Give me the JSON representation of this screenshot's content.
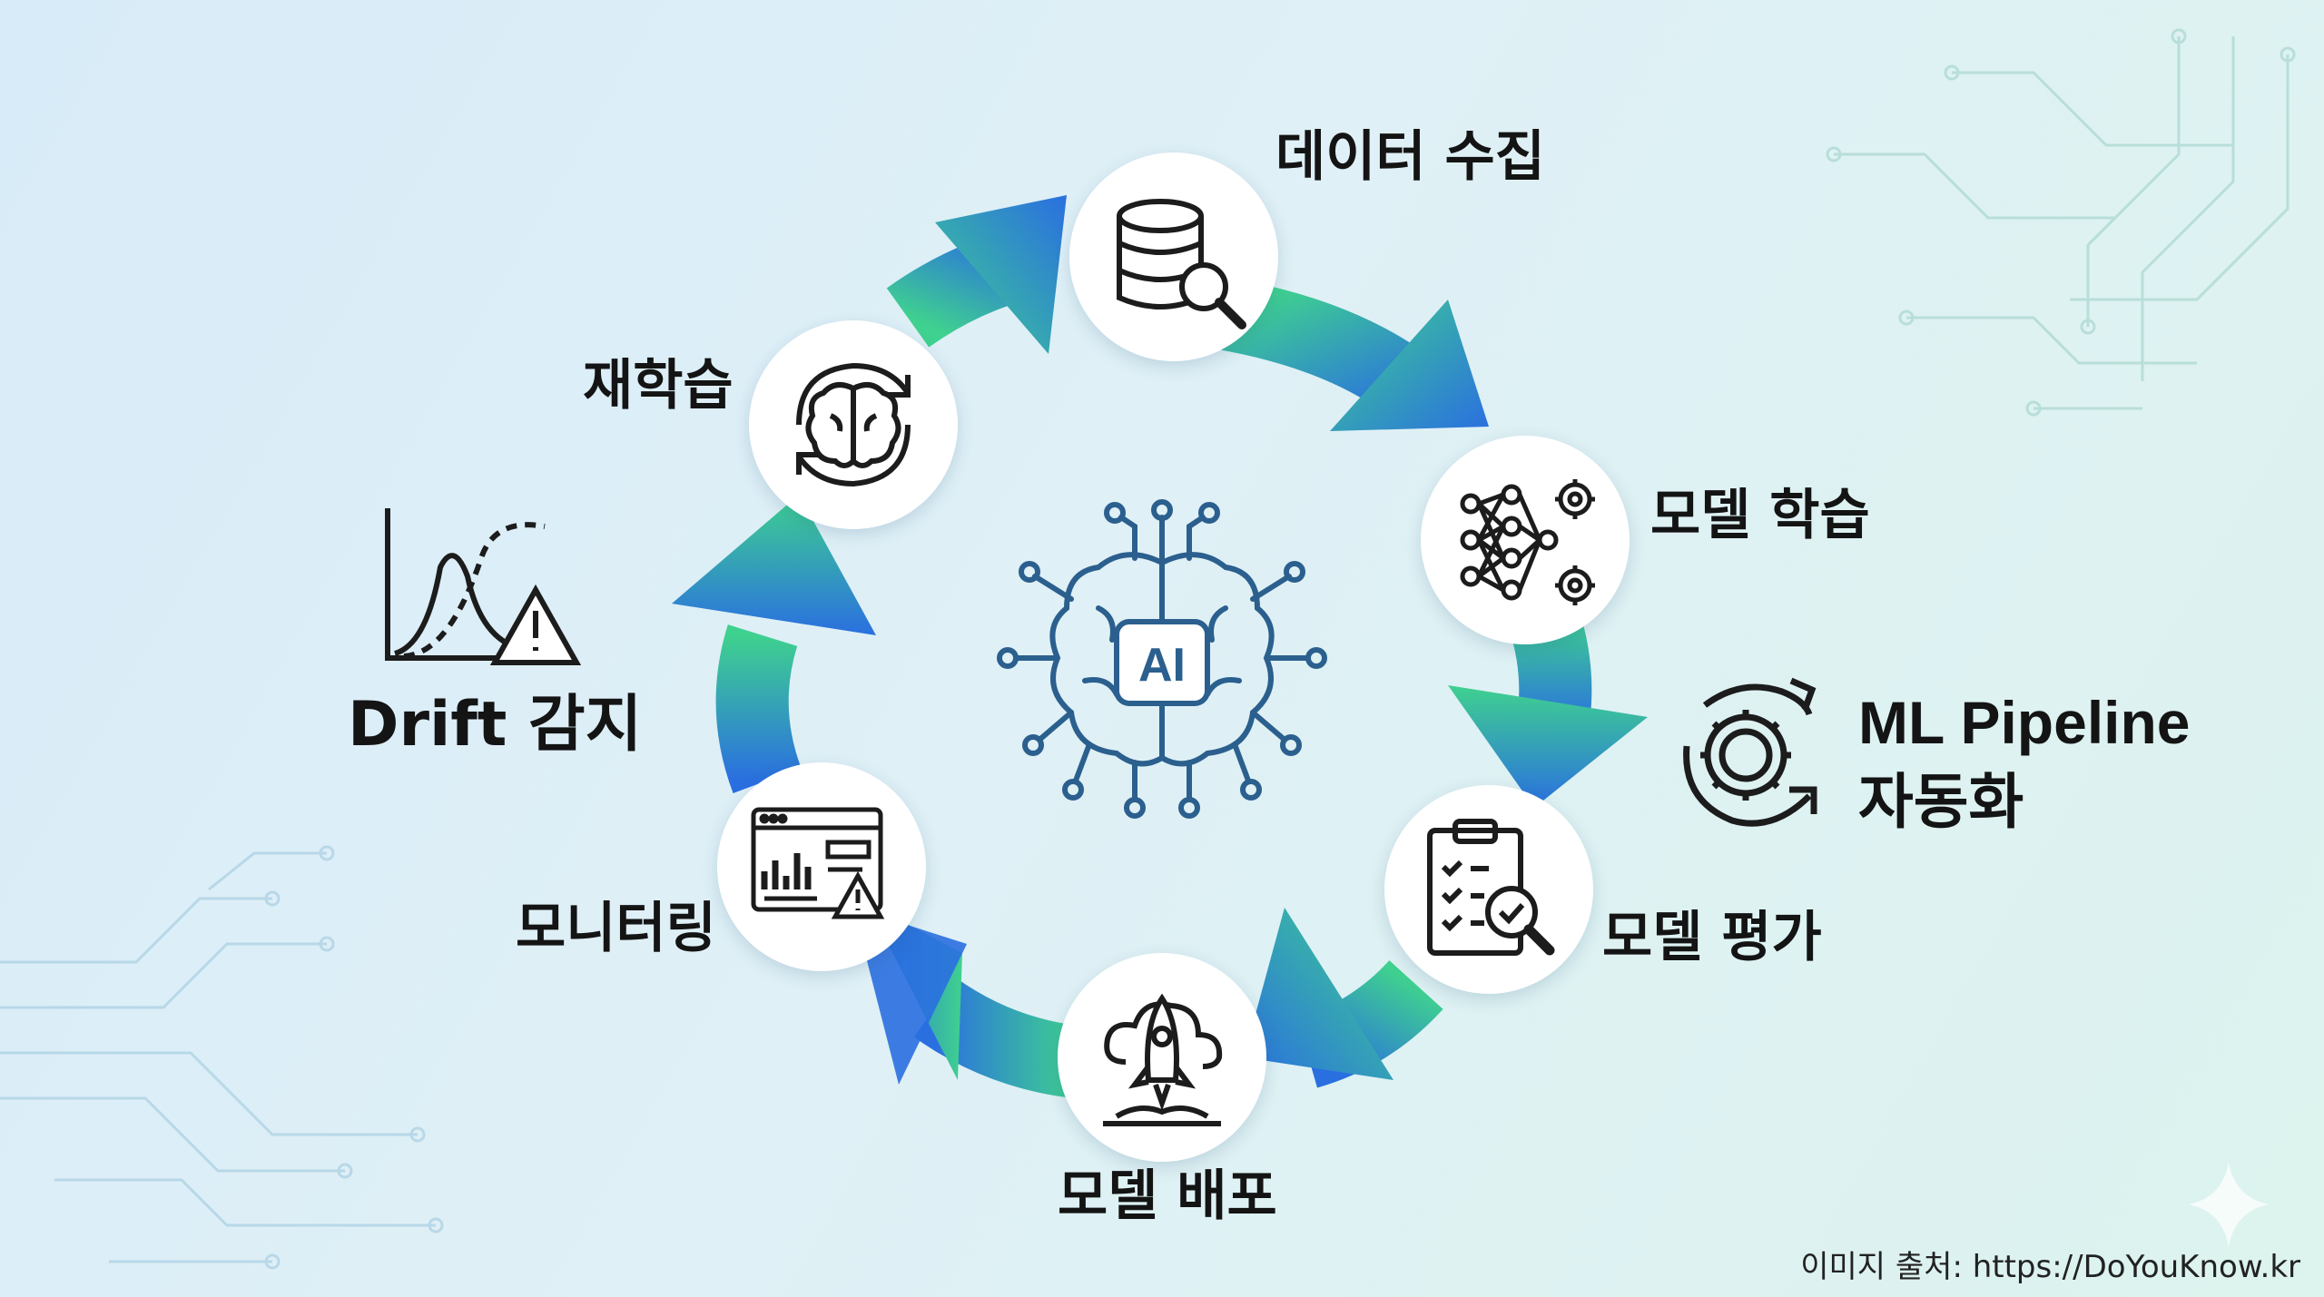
{
  "stages": {
    "data_collection": {
      "label": "데이터 수집",
      "icon": "database-search-icon"
    },
    "model_training": {
      "label": "모델 학습",
      "icon": "neural-network-gear-icon"
    },
    "model_evaluation": {
      "label": "모델 평가",
      "icon": "clipboard-checklist-icon"
    },
    "model_deployment": {
      "label": "모델 배포",
      "icon": "rocket-cloud-icon"
    },
    "monitoring": {
      "label": "모니터링",
      "icon": "dashboard-warning-icon"
    },
    "retraining": {
      "label": "재학습",
      "icon": "brain-cycle-icon"
    }
  },
  "center": {
    "text": "AI",
    "icon": "ai-brain-circuit-icon"
  },
  "drift": {
    "label": "Drift 감지",
    "icon": "distribution-warning-icon"
  },
  "pipeline": {
    "label_line1": "ML Pipeline",
    "label_line2": "자동화",
    "icon": "gear-cycle-icon"
  },
  "credit": "이미지 출처: https://DoYouKnow.kr",
  "colors": {
    "arrow_green": "#3fd18f",
    "arrow_blue": "#2a6fe0",
    "icon_stroke": "#2b5f8e",
    "text": "#141414"
  }
}
